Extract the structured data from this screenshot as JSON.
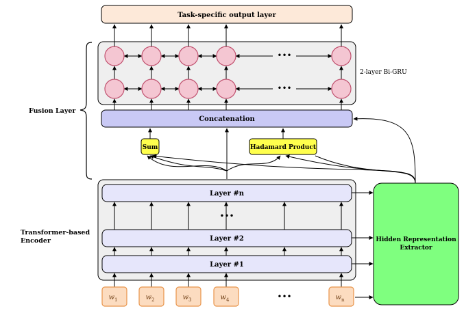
{
  "diagram": {
    "output_layer": "Task-specific output layer",
    "bigru_label": "2-layer Bi-GRU",
    "fusion_label": "Fusion Layer",
    "concatenation": "Concatenation",
    "sum": "Sum",
    "hadamard": "Hadamard Product",
    "encoder_label_line1": "Transformer-based",
    "encoder_label_line2": "Encoder",
    "layer_n": "Layer #n",
    "layer_2": "Layer #2",
    "layer_1": "Layer #1",
    "encoder_ellipsis": "•••",
    "gru_ellipsis": "•••",
    "token_ellipsis": "•••",
    "extractor_line1": "Hidden Representation",
    "extractor_line2": "Extractor",
    "tokens": [
      {
        "base": "w",
        "sub": "1"
      },
      {
        "base": "w",
        "sub": "2"
      },
      {
        "base": "w",
        "sub": "3"
      },
      {
        "base": "w",
        "sub": "4"
      },
      {
        "base": "w",
        "sub": "n"
      }
    ],
    "colors": {
      "output_fill": "#fde9d9",
      "gru_panel_fill": "#efefef",
      "gru_cell_fill": "#f4c6d2",
      "gru_cell_stroke": "#c0506e",
      "concat_fill": "#c9c9f5",
      "layer_fill": "#e6e6fb",
      "yellow_fill": "#ffff4d",
      "extractor_fill": "#7fff7f",
      "token_fill": "#fcdcc0",
      "token_stroke": "#e8944a"
    }
  }
}
